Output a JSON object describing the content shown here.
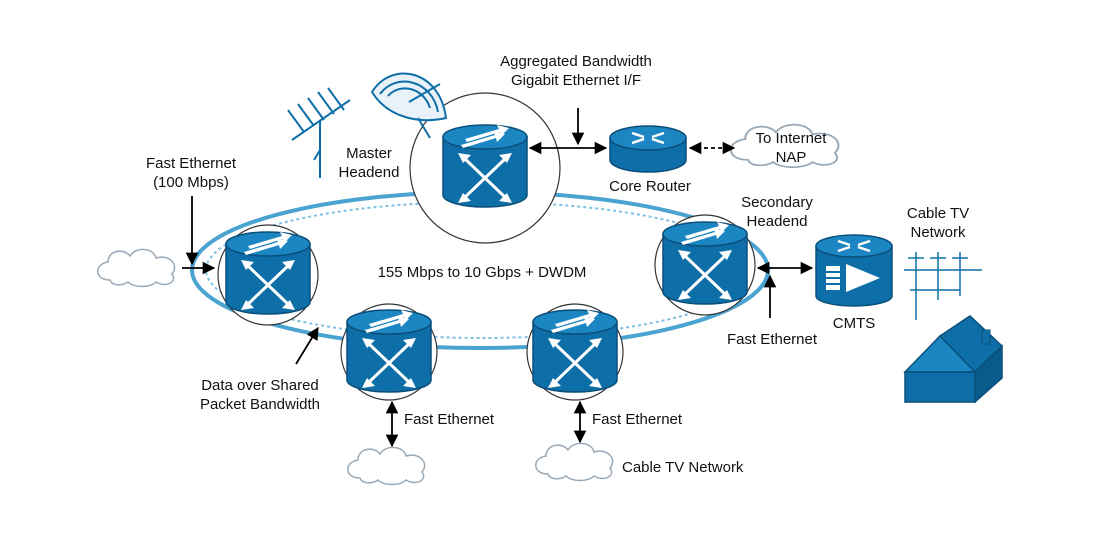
{
  "labels": {
    "aggregated_bandwidth": "Aggregated Bandwidth",
    "gigabit_ethernet": "Gigabit Ethernet I/F",
    "fast_ethernet_top": "Fast Ethernet",
    "fast_ethernet_rate": "(100 Mbps)",
    "master": "Master",
    "headend": "Headend",
    "core_router": "Core Router",
    "to_internet": "To Internet",
    "nap": "NAP",
    "secondary": "Secondary",
    "secondary_headend": "Headend",
    "cable_tv": "Cable TV",
    "network": "Network",
    "ring_speed": "155 Mbps to 10 Gbps + DWDM",
    "cmts": "CMTS",
    "fast_ethernet_right": "Fast Ethernet",
    "data_over_shared": "Data over Shared",
    "packet_bandwidth": "Packet Bandwidth",
    "fast_ethernet_bottom_left": "Fast Ethernet",
    "fast_ethernet_bottom_right": "Fast Ethernet",
    "cable_tv_network_bottom": "Cable TV Network"
  },
  "colors": {
    "device_blue": "#0e6fa8",
    "device_dark": "#0a4f7a",
    "ring_blue": "#4aa3d0",
    "cloud_stroke": "#9aa9b5",
    "line": "#000000"
  },
  "icons": [
    "atm-switch-icon",
    "router-icon",
    "cmts-icon",
    "cloud-icon",
    "satellite-dish-icon",
    "antenna-icon",
    "house-icon"
  ]
}
